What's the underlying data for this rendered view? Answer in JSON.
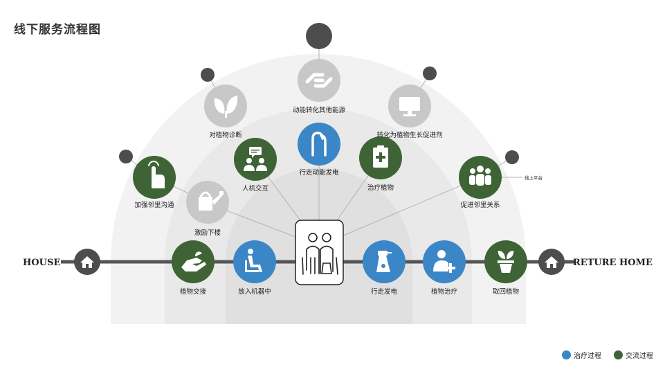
{
  "title": "线下服务流程图",
  "ends": {
    "left": "HOUSE",
    "right": "RETURE HOME"
  },
  "colors": {
    "treatment": "#3b86c6",
    "communication": "#3e6435",
    "inactive": "#c8c8c8",
    "dark": "#4d4d4d",
    "line": "#555555"
  },
  "nodes": {
    "house": {
      "icon": "house-icon"
    },
    "return_home": {
      "icon": "house-icon"
    },
    "center": {
      "icon": "elderly-couple-icon"
    },
    "handover": {
      "label": "植物交接",
      "icon": "hand-plant-icon"
    },
    "into_machine": {
      "label": "放入机器中",
      "icon": "seated-person-icon"
    },
    "walk_power_bottom": {
      "label": "行走发电",
      "icon": "spray-bottle-icon"
    },
    "plant_treat": {
      "label": "植物治疗",
      "icon": "person-plus-icon"
    },
    "retrieve": {
      "label": "取回植物",
      "icon": "potted-plant-icon"
    },
    "encourage": {
      "label": "激励下楼",
      "icon": "watering-can-icon"
    },
    "interaction": {
      "label": "人机交互",
      "icon": "chat-people-icon"
    },
    "walk_power_top": {
      "label": "行走动能发电",
      "icon": "footprints-icon"
    },
    "treat_plants": {
      "label": "治疗植物",
      "icon": "clipboard-cross-icon"
    },
    "neighbor_comm": {
      "label": "加强邻里沟通",
      "icon": "tap-hand-icon"
    },
    "diagnose": {
      "label": "对植物诊断",
      "icon": "leaf-icon"
    },
    "convert_energy": {
      "label": "动能转化其他能源",
      "icon": "handshake-icon"
    },
    "growth_agent": {
      "label": "转化为植物生长促进剂",
      "icon": "monitor-icon"
    },
    "neighbor_relation": {
      "label": "促进邻里关系",
      "icon": "group-icon",
      "note": "线上平台"
    }
  },
  "legend": [
    {
      "label": "治疗过程",
      "color": "#3b86c6"
    },
    {
      "label": "交流过程",
      "color": "#3e6435"
    }
  ]
}
